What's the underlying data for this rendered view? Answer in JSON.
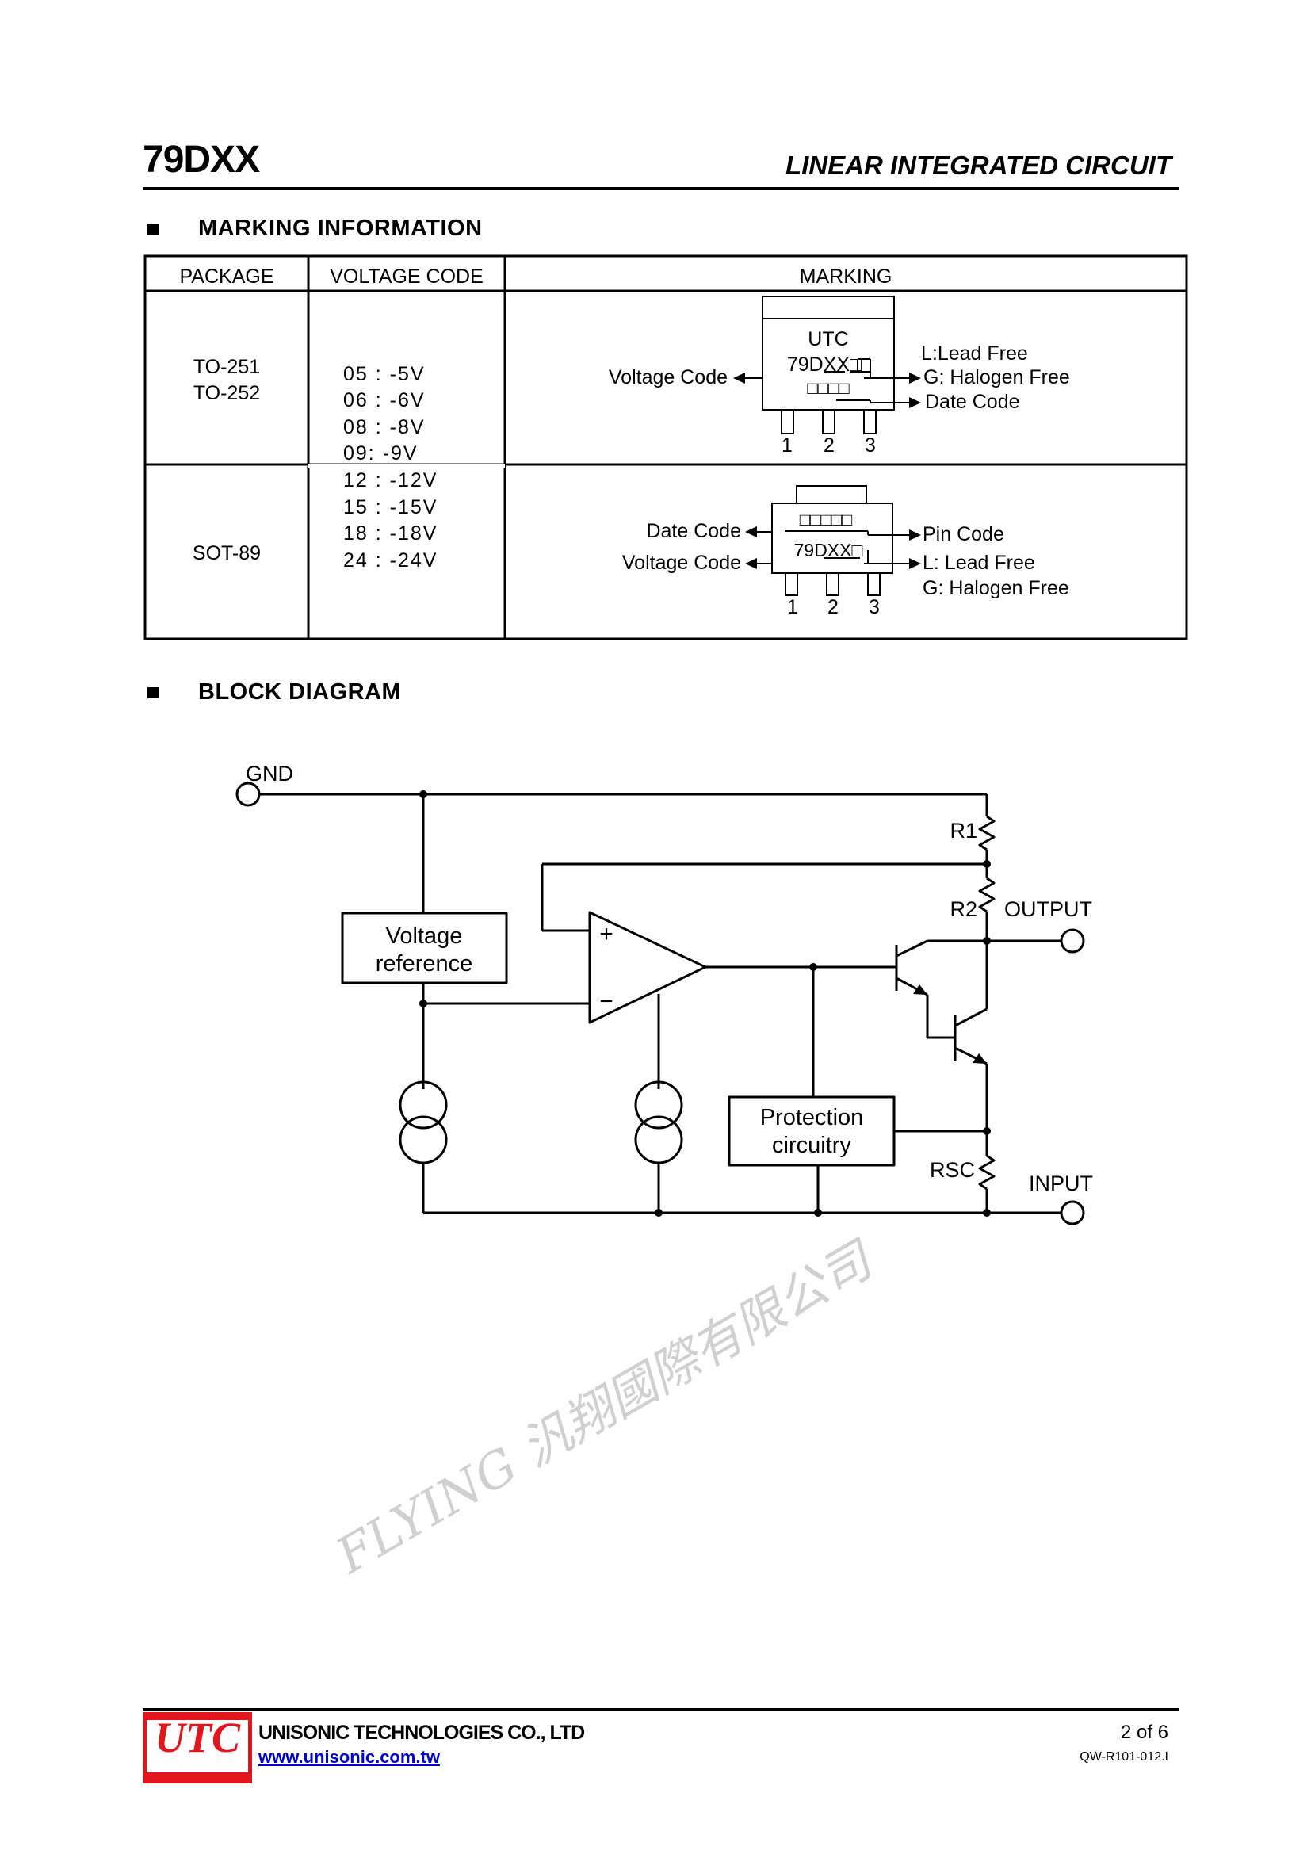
{
  "header": {
    "part_number": "79DXX",
    "category": "LINEAR INTEGRATED CIRCUIT"
  },
  "marking_section": {
    "title": "MARKING INFORMATION",
    "columns": [
      "PACKAGE",
      "VOLTAGE CODE",
      "MARKING"
    ],
    "rows": [
      {
        "packages": [
          "TO-251",
          "TO-252"
        ],
        "marking": {
          "brand": "UTC",
          "code": "79DXX□",
          "date_boxes": "□□□□",
          "left_label": "Voltage Code",
          "right_labels": [
            "L:Lead Free",
            "G: Halogen Free",
            "Date Code"
          ],
          "pins": [
            "1",
            "2",
            "3"
          ]
        }
      },
      {
        "packages": [
          "SOT-89"
        ],
        "marking": {
          "pin_boxes": "□□□□□",
          "code": "79DXX□",
          "left_labels": [
            "Date Code",
            "Voltage Code"
          ],
          "right_labels": [
            "Pin Code",
            "L: Lead Free",
            "G: Halogen Free"
          ],
          "pins": [
            "1",
            "2",
            "3"
          ]
        }
      }
    ],
    "voltage_codes": [
      "05 : -5V",
      "06 : -6V",
      "08 : -8V",
      "09: -9V",
      "12 : -12V",
      "15 : -15V",
      "18 : -18V",
      "24 : -24V"
    ]
  },
  "block_section": {
    "title": "BLOCK DIAGRAM",
    "labels": {
      "gnd": "GND",
      "output": "OUTPUT",
      "input": "INPUT",
      "r1": "R1",
      "r2": "R2",
      "rsc": "RSC",
      "vref": [
        "Voltage",
        "reference"
      ],
      "protection": [
        "Protection",
        "circuitry"
      ],
      "plus": "+",
      "minus": "−"
    }
  },
  "footer": {
    "logo": "UTC",
    "company": "UNISONIC TECHNOLOGIES CO., LTD",
    "url": "www.unisonic.com.tw",
    "page": "2 of 6",
    "doc_no": "QW-R101-012.I"
  },
  "watermark": "FLYING 汎翔國際有限公司"
}
